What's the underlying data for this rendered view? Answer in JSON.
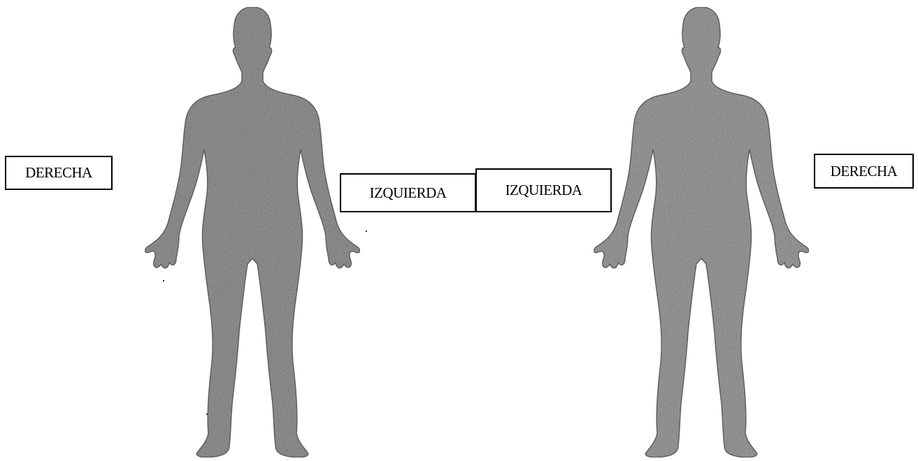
{
  "labels": {
    "front_right_side": "DERECHA",
    "front_left_side": "IZQUIERDA",
    "back_left_side": "IZQUIERDA",
    "back_right_side": "DERECHA"
  },
  "colors": {
    "figure_fill": "#9a9a9a",
    "figure_outline": "#6e6e6e",
    "box_border": "#000000",
    "background": "#ffffff"
  }
}
